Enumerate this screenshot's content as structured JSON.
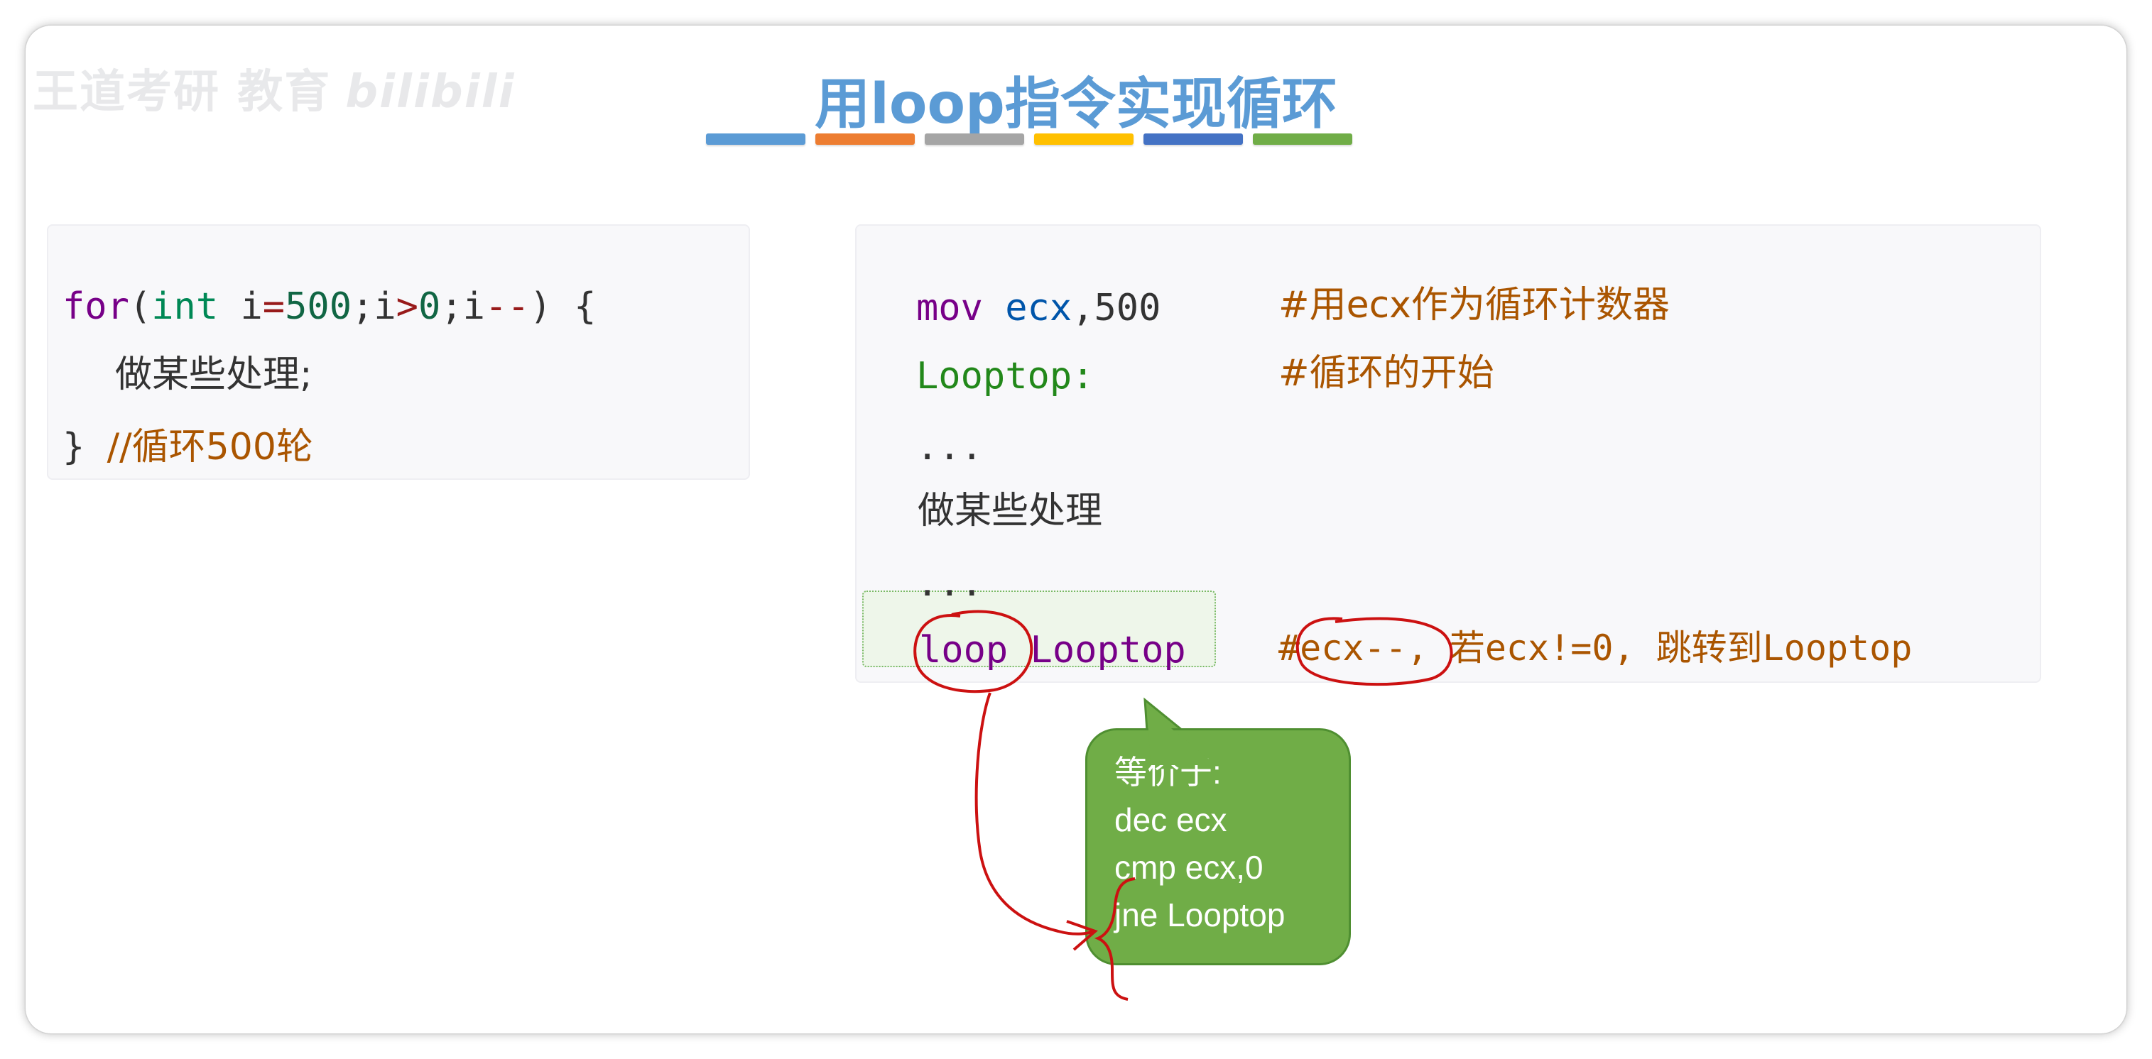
{
  "watermark": {
    "text": "王道考研 教育",
    "brand": "bilibili"
  },
  "title": "用loop指令实现循环",
  "colors": {
    "title": "#5b9bd5",
    "bars": [
      "#5b9bd5",
      "#ed7d31",
      "#a5a5a5",
      "#ffc000",
      "#4472c4",
      "#70ad47"
    ],
    "callout": "#70ad47",
    "annotation": "#cc0000"
  },
  "c_code": {
    "for_kw": "for",
    "open_paren": "(",
    "int_kw": "int",
    "space_i": " i",
    "assign": "=",
    "init_val": "500",
    "semi1": ";i",
    "gt": ">",
    "zero": "0",
    "semi2": ";i",
    "dec": "--",
    "close": ") {",
    "body": "做某些处理;",
    "close_brace": "}",
    "comment": "//循环500轮"
  },
  "asm_code": {
    "mov_kw": "mov",
    "ecx_reg": "ecx",
    "mov_arg": ",500",
    "mov_comment": "#用ecx作为循环计数器",
    "label": "Looptop:",
    "label_comment": "#循环的开始",
    "ellipsis1": "...",
    "body": "做某些处理",
    "ellipsis2": "...",
    "loop_kw": "loop",
    "loop_target": "Looptop",
    "loop_comment": "#ecx--, 若ecx!=0, 跳转到Looptop"
  },
  "callout": {
    "line1": "等价于:",
    "line2": "dec ecx",
    "line3": "cmp ecx,0",
    "line4": "jne Looptop"
  }
}
